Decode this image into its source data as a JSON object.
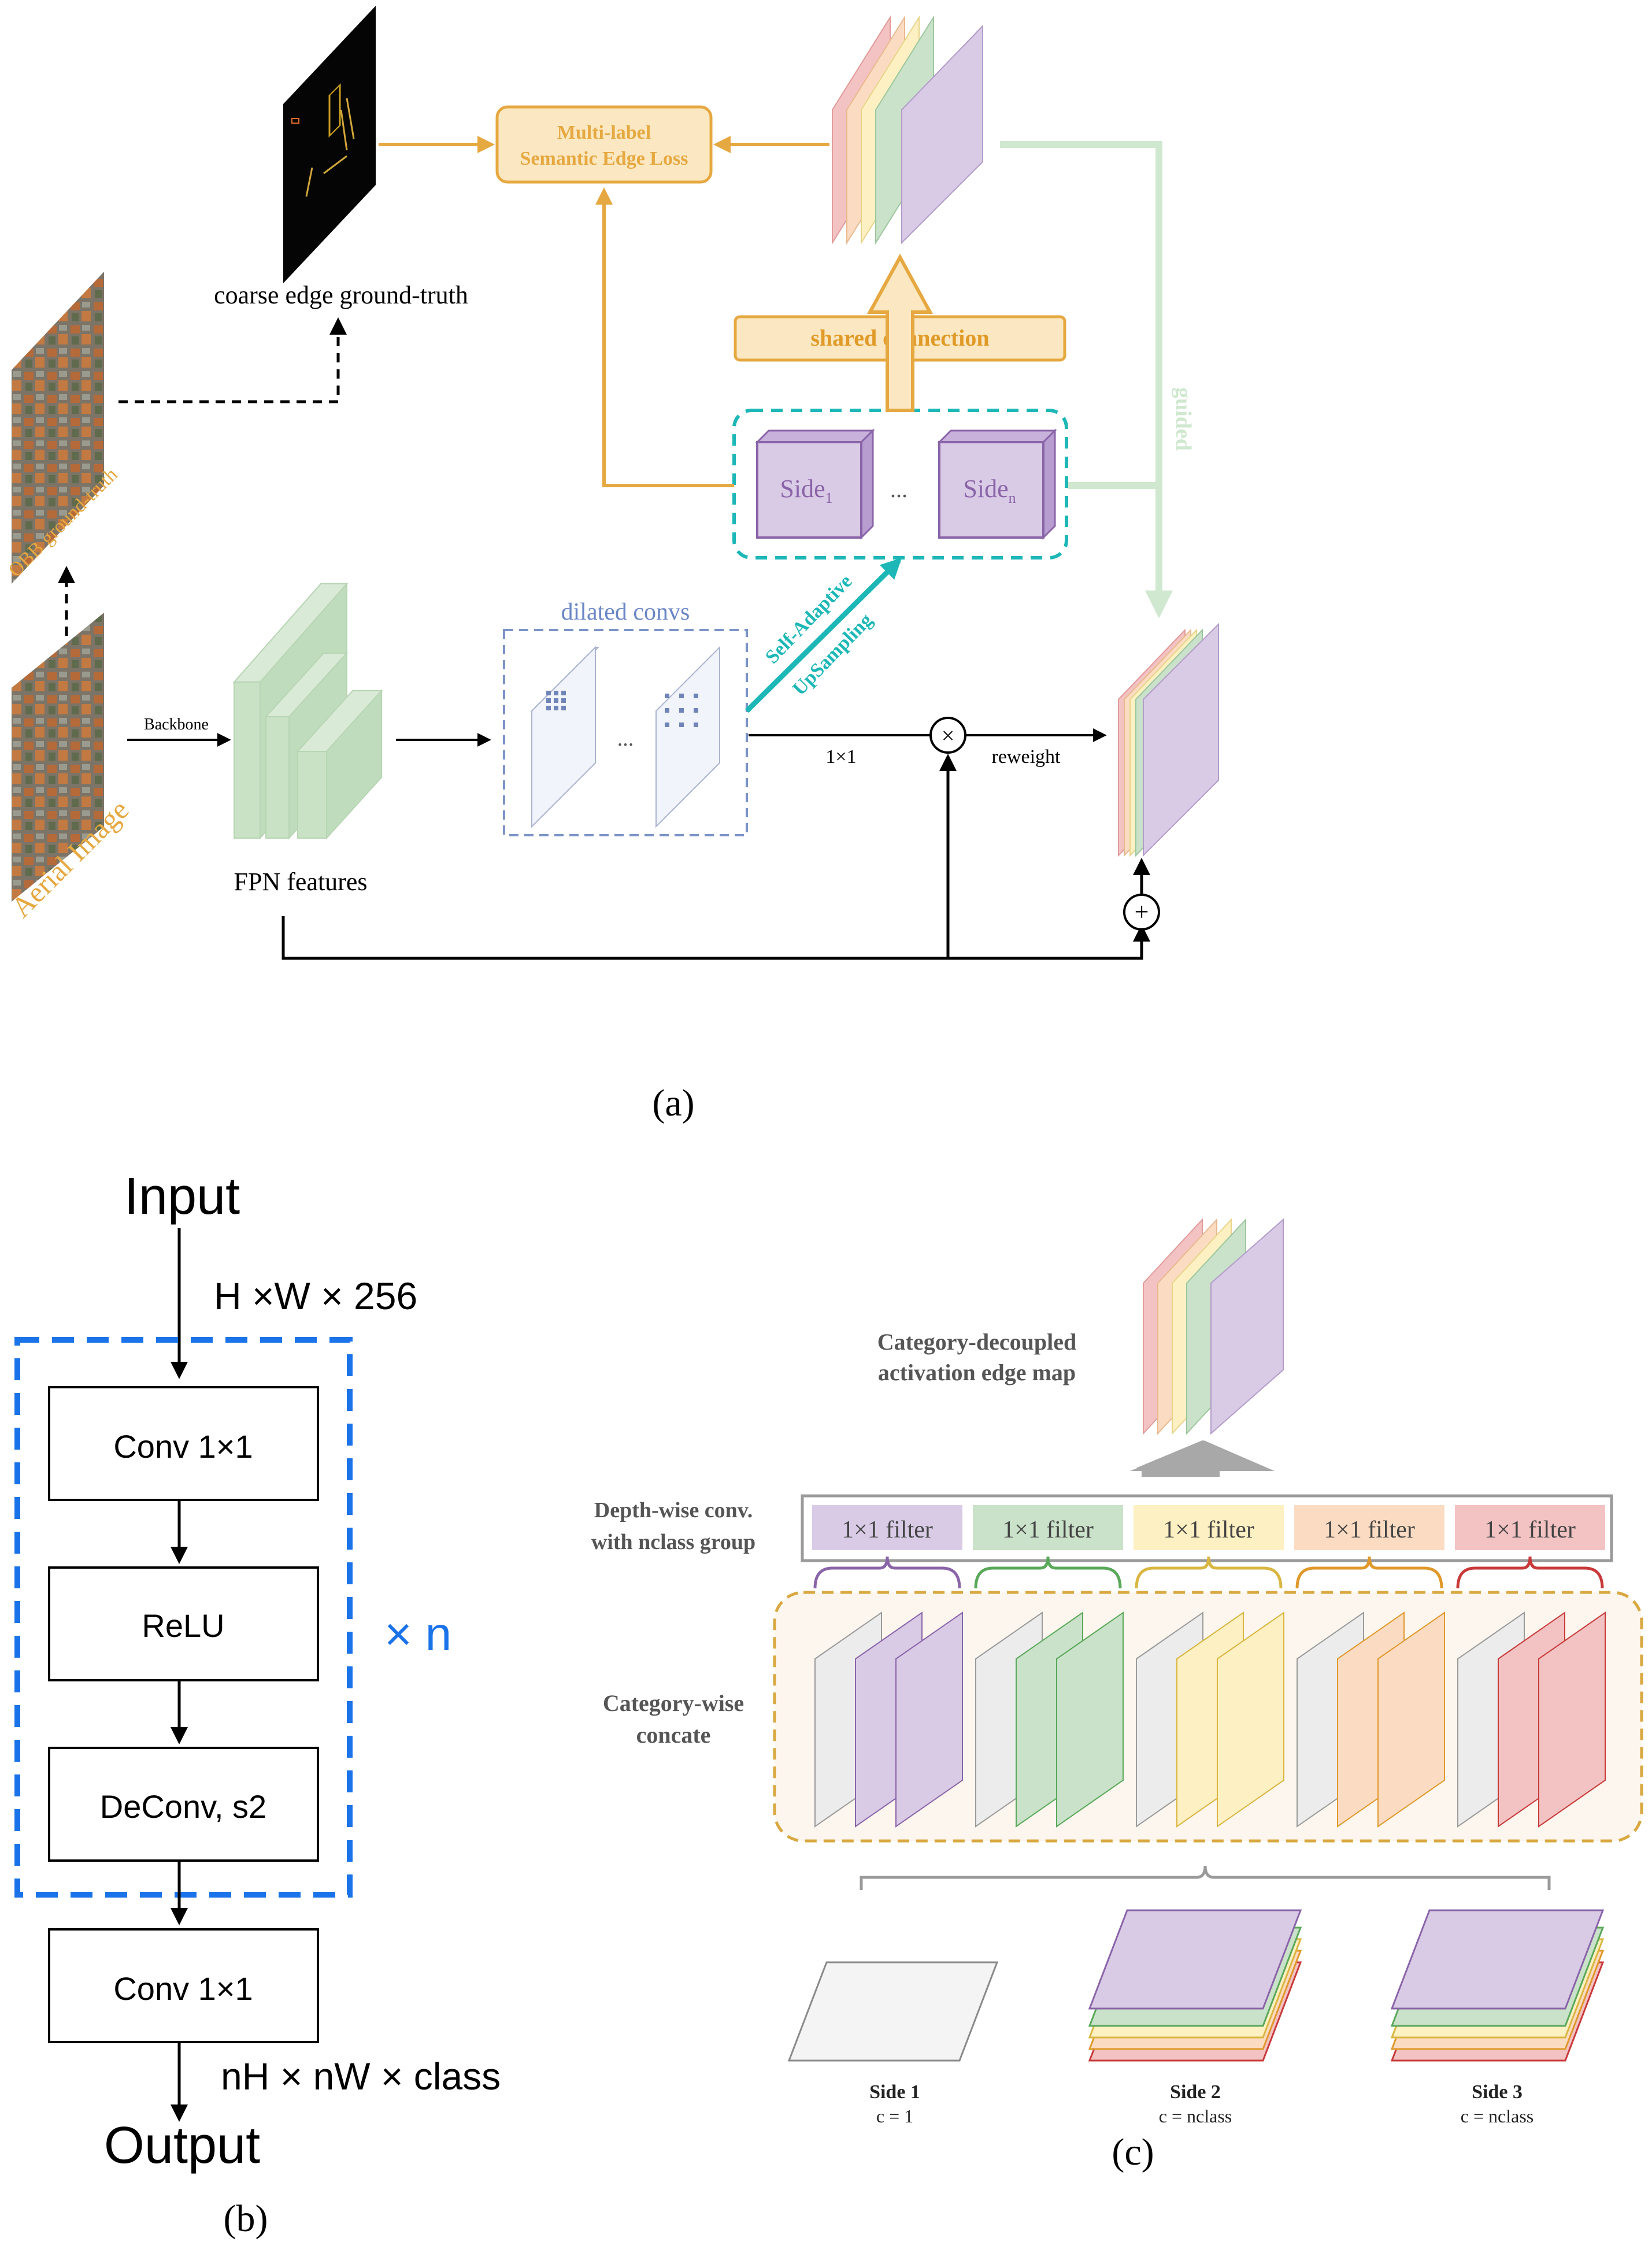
{
  "panel_a": {
    "caption": "(a)",
    "multi_label_loss": {
      "line1": "Multi-label",
      "line2": "Semantic Edge Loss"
    },
    "coarse_edge_label": "coarse edge ground-truth",
    "obb_label": "OBB ground-truth",
    "aerial_label": "Aerial Image",
    "backbone_label": "Backbone",
    "fpn_label": "FPN features",
    "dilated_label": "dilated convs",
    "ellipsis": "...",
    "shared_connection_label": "shared connection",
    "side_1": {
      "text": "Side",
      "sub": "1"
    },
    "side_n": {
      "text": "Side",
      "sub": "n"
    },
    "self_adaptive": {
      "line1": "Self-Adaptive",
      "line2": "UpSampling"
    },
    "guided_label": "guided",
    "one_by_one_label": "1×1",
    "reweight_label": "reweight",
    "multiply_symbol": "×",
    "plus_symbol": "+"
  },
  "panel_b": {
    "caption": "(b)",
    "input_label": "Input",
    "input_dims": "H ×W × 256",
    "conv1_label": "Conv 1×1",
    "relu_label": "ReLU",
    "deconv_label": "DeConv,  s2",
    "repeat_label": "× n",
    "conv2_label": "Conv 1×1",
    "output_dims": "nH × nW × class",
    "output_label": "Output"
  },
  "panel_c": {
    "caption": "(c)",
    "title_line1": "Category-decoupled",
    "title_line2": "activation edge map",
    "depthwise_line1": "Depth-wise conv.",
    "depthwise_line2": "with nclass group",
    "filters": [
      "1×1 filter",
      "1×1 filter",
      "1×1 filter",
      "1×1 filter",
      "1×1 filter"
    ],
    "concat_line1": "Category-wise",
    "concat_line2": "concate",
    "sides": [
      {
        "name": "Side 1",
        "channels": "c = 1"
      },
      {
        "name": "Side 2",
        "channels": "c = nclass"
      },
      {
        "name": "Side 3",
        "channels": "c = nclass"
      }
    ]
  },
  "colors": {
    "orange": "#e6a840",
    "orange_fill": "#fbe8c2",
    "teal": "#1db7b7",
    "purple": "#9a78b5",
    "purple_fill": "#d9cbe6",
    "green_fill": "#c9e2c9",
    "yellow_fill": "#fdf0c2",
    "peach_fill": "#fbdcc2",
    "red_fill": "#f3c3c3",
    "guide_green": "#cfe8cf",
    "blue_dash": "#1a73e8",
    "gray": "#8f8f8f"
  }
}
